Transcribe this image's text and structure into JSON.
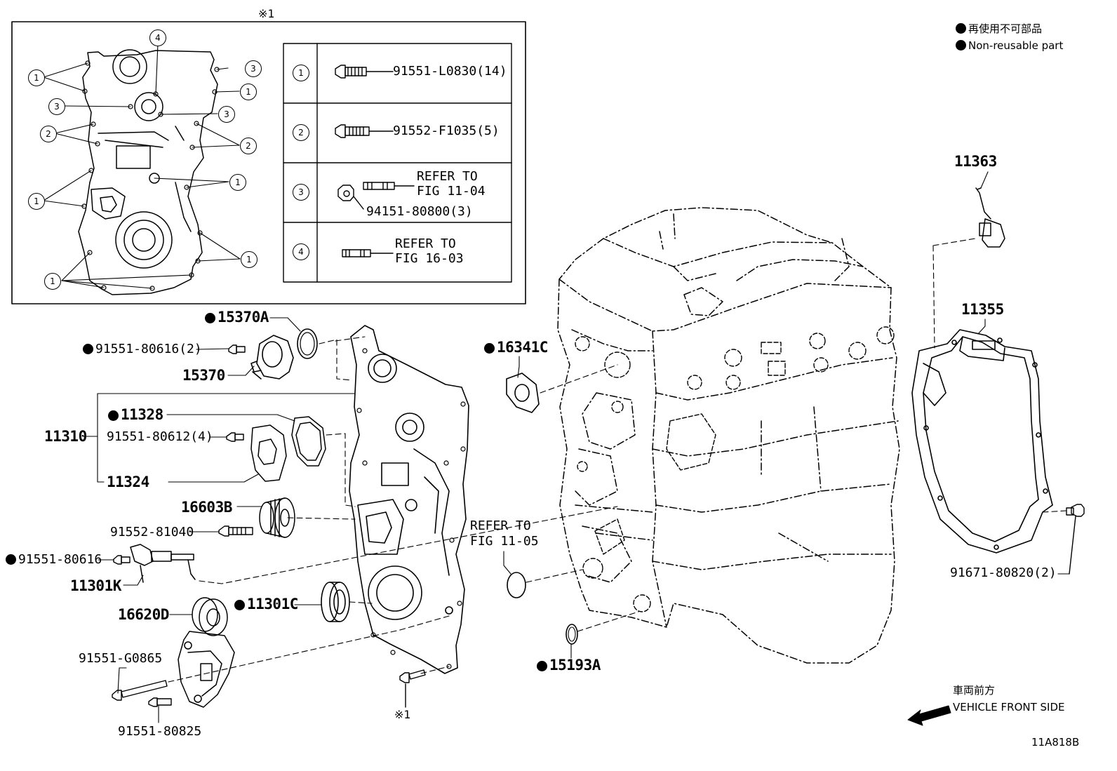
{
  "legend": {
    "jp": "再使用不可部品",
    "en": "Non-reusable part"
  },
  "inset": {
    "mark": "※1",
    "table": [
      {
        "num": "1",
        "part": "91551-L0830(14)"
      },
      {
        "num": "2",
        "part": "91552-F1035(5)"
      },
      {
        "num": "3",
        "ref1": "REFER TO",
        "ref2": "FIG 11-04",
        "part": "94151-80800(3)"
      },
      {
        "num": "4",
        "ref1": "REFER TO",
        "ref2": "FIG 16-03"
      }
    ],
    "callout_1": "1",
    "callout_2": "2",
    "callout_3": "3",
    "callout_4": "4"
  },
  "parts": {
    "p15370A": "15370A",
    "p91551_80616_2": "91551-80616(2)",
    "p15370": "15370",
    "p11328": "11328",
    "p11310": "11310",
    "p91551_80612_4": "91551-80612(4)",
    "p11324": "11324",
    "p16603B": "16603B",
    "p91552_81040": "91552-81040",
    "p91551_80616": "91551-80616",
    "p11301K": "11301K",
    "p16620D": "16620D",
    "p11301C": "11301C",
    "p91551_G0865": "91551-G0865",
    "p91551_80825": "91551-80825",
    "mark_bottom": "※1",
    "p16341C": "16341C",
    "refer_to": "REFER TO",
    "fig_11_05": "FIG 11-05",
    "p15193A": "15193A",
    "p11363": "11363",
    "p11355": "11355",
    "p91671_80820_2": "91671-80820(2)"
  },
  "direction": {
    "jp": "車両前方",
    "en": "VEHICLE FRONT SIDE"
  },
  "figure_id": "11A818B"
}
